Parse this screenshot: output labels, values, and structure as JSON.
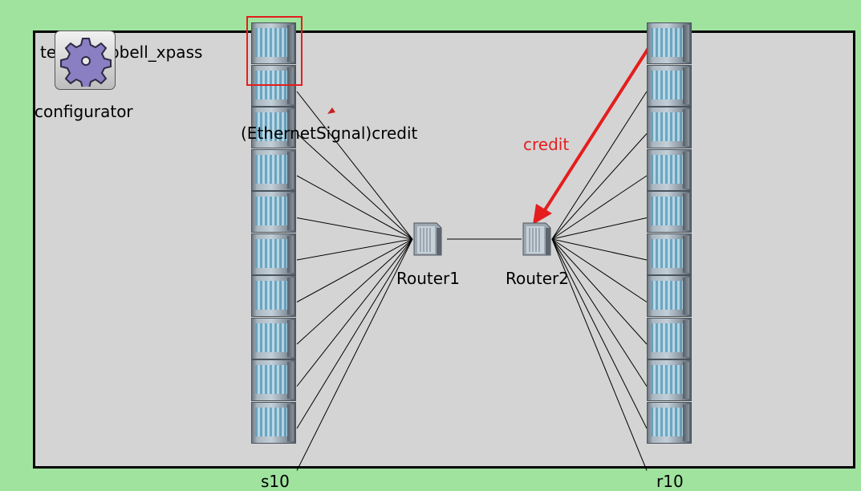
{
  "network": {
    "title": "testDumbbell_xpass",
    "nodes": {
      "configurator": "configurator",
      "sender_array": "s10",
      "receiver_array": "r10",
      "router1": "Router1",
      "router2": "Router2"
    },
    "message": "(EthernetSignal)credit",
    "annotation": "credit",
    "host_count": 10
  },
  "icons": {
    "configurator": "gear-icon",
    "router": "router-icon",
    "host": "server-rack-icon",
    "message": "message-packet-icon"
  },
  "colors": {
    "background": "#a0e39f",
    "network_area": "#d4d4d4",
    "annotation": "#e51d1d"
  }
}
